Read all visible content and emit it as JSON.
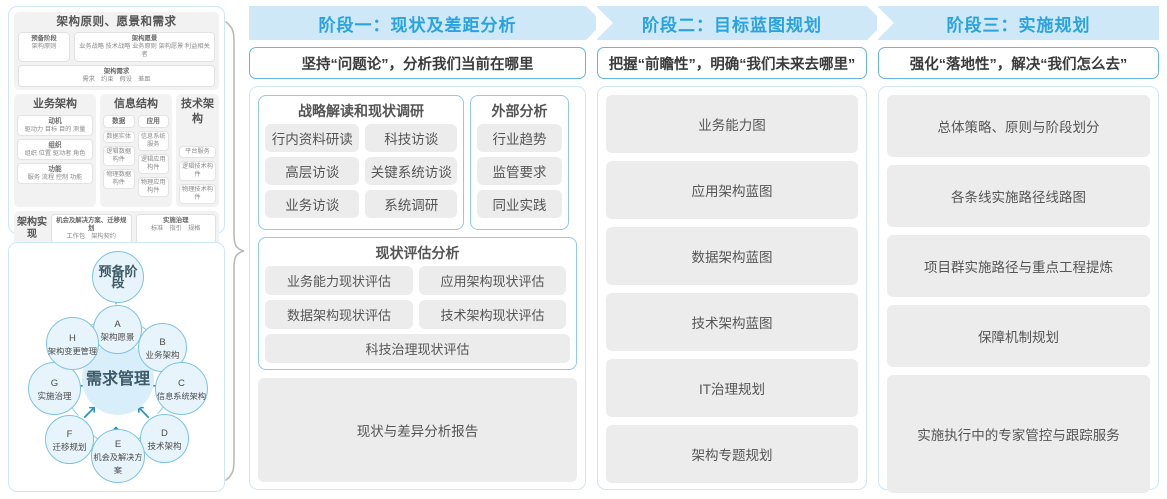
{
  "left_panel": {
    "togaf": {
      "top_block": {
        "title": "架构原则、愿景和需求",
        "chips": [
          {
            "title": "预备阶段",
            "sub": "架构原则"
          },
          {
            "title": "架构愿景",
            "sub": "业务战略 技术战略 业务原则 架构愿景 利益相关者"
          }
        ],
        "requirements": {
          "title": "架构需求",
          "sub": "需求　约束　假设　差距"
        }
      },
      "pillars": [
        {
          "name": "业务架构",
          "boxes": [
            {
              "title": "动机",
              "sub": "驱动力 目标 目的 测量"
            },
            {
              "title": "组织",
              "sub": "组织 位置 驱动者 角色"
            },
            {
              "title": "功能",
              "sub": "服务 流程 控制 功能"
            }
          ]
        },
        {
          "name": "信息结构",
          "columns": [
            {
              "title": "数据",
              "items": [
                "数据实体",
                "逻辑数据构件",
                "物理数据构件"
              ]
            },
            {
              "title": "应用",
              "items": [
                "信息系统服务",
                "逻辑应用构件",
                "物理应用构件"
              ]
            }
          ]
        },
        {
          "name": "技术架构",
          "items": [
            "平台服务",
            "逻辑技术构件",
            "物理技术构件"
          ]
        }
      ],
      "implementation": {
        "label": "架构实现",
        "boxes": [
          {
            "title": "机会及解决方案、迁移规划",
            "sub": "工作包　架构契约"
          },
          {
            "title": "实施治理",
            "sub": "标准　指引　规格"
          }
        ]
      }
    },
    "wheel": {
      "preliminary": "预备阶段",
      "center": "需求管理",
      "nodes": [
        {
          "key": "A",
          "label": "架构愿景"
        },
        {
          "key": "B",
          "label": "业务架构"
        },
        {
          "key": "C",
          "label": "信息系统架构"
        },
        {
          "key": "D",
          "label": "技术架构"
        },
        {
          "key": "E",
          "label": "机会及解决方案"
        },
        {
          "key": "F",
          "label": "迁移规划"
        },
        {
          "key": "G",
          "label": "实施治理"
        },
        {
          "key": "H",
          "label": "架构变更管理"
        }
      ]
    }
  },
  "phases": [
    {
      "header": "阶段一：现状及差距分析",
      "subtitle": "坚持“问题论”，分析我们当前在哪里",
      "groups": [
        {
          "title": "战略解读和现状调研",
          "items": [
            "行内资料研读",
            "科技访谈",
            "高层访谈",
            "关键系统访谈",
            "业务访谈",
            "系统调研"
          ]
        },
        {
          "title": "外部分析",
          "items": [
            "行业趋势",
            "监管要求",
            "同业实践"
          ]
        },
        {
          "title": "现状评估分析",
          "items": [
            "业务能力现状评估",
            "应用架构现状评估",
            "数据架构现状评估",
            "技术架构现状评估",
            "科技治理现状评估"
          ]
        }
      ],
      "report": "现状与差异分析报告"
    },
    {
      "header": "阶段二：目标蓝图规划",
      "subtitle": "把握“前瞻性”，明确“我们未来去哪里”",
      "items": [
        "业务能力图",
        "应用架构蓝图",
        "数据架构蓝图",
        "技术架构蓝图",
        "IT治理规划",
        "架构专题规划"
      ]
    },
    {
      "header": "阶段三：实施规划",
      "subtitle": "强化“落地性”，解决“我们怎么去”",
      "items": [
        "总体策略、原则与阶段划分",
        "各条线实施路径线路图",
        "项目群实施路径与重点工程提炼",
        "保障机制规划",
        "实施执行中的专家管控与跟踪服务"
      ]
    }
  ],
  "colors": {
    "header_band": "#cfe8f8",
    "header_text": "#29a3e0",
    "group_border": "#8ecbe8",
    "item_bg": "#ececec",
    "panel_border": "#cfe6f5"
  }
}
